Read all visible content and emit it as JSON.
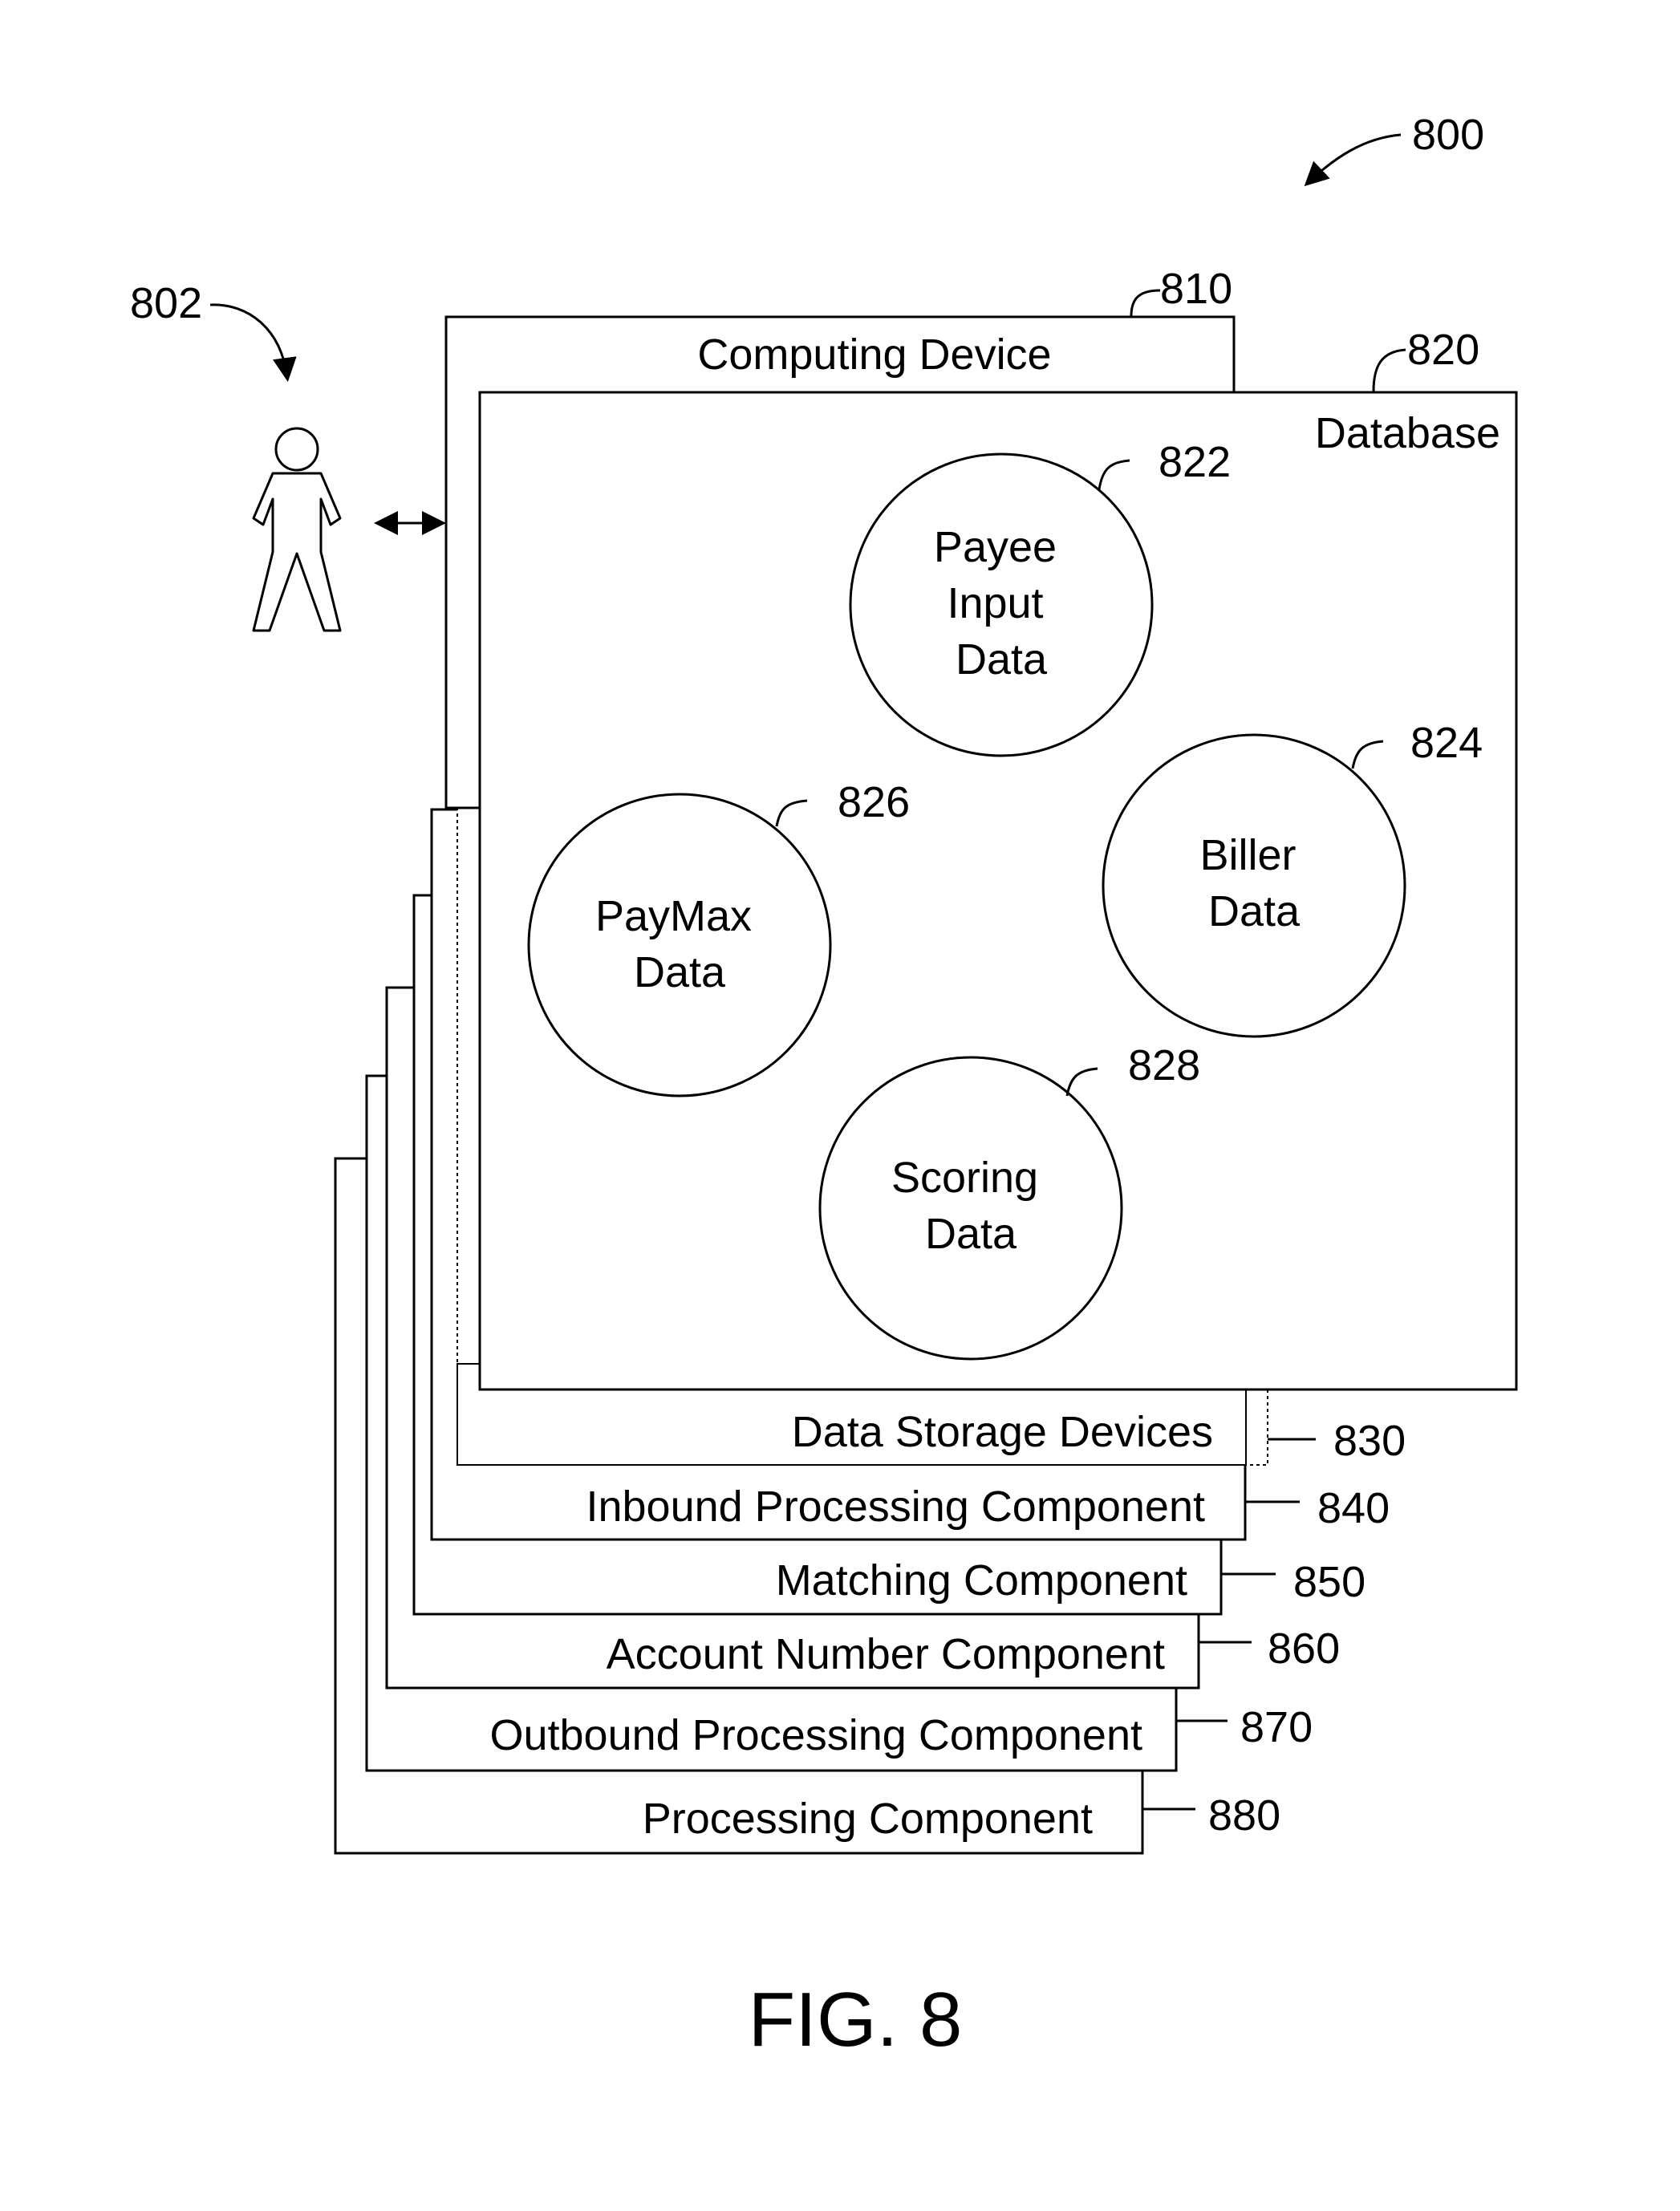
{
  "figure_ref": "800",
  "user_ref": "802",
  "computing_device": {
    "label": "Computing Device",
    "ref": "810"
  },
  "database": {
    "label": "Database",
    "ref": "820",
    "items": [
      {
        "lines": [
          "Payee",
          "Input",
          "Data"
        ],
        "ref": "822"
      },
      {
        "lines": [
          "Biller",
          "Data"
        ],
        "ref": "824"
      },
      {
        "lines": [
          "PayMax",
          "Data"
        ],
        "ref": "826"
      },
      {
        "lines": [
          "Scoring",
          "Data"
        ],
        "ref": "828"
      }
    ]
  },
  "components": [
    {
      "label": "Data Storage Devices",
      "ref": "830"
    },
    {
      "label": "Inbound Processing Component",
      "ref": "840"
    },
    {
      "label": "Matching Component",
      "ref": "850"
    },
    {
      "label": "Account Number Component",
      "ref": "860"
    },
    {
      "label": "Outbound Processing Component",
      "ref": "870"
    },
    {
      "label": "Processing Component",
      "ref": "880"
    }
  ],
  "caption": "FIG. 8"
}
